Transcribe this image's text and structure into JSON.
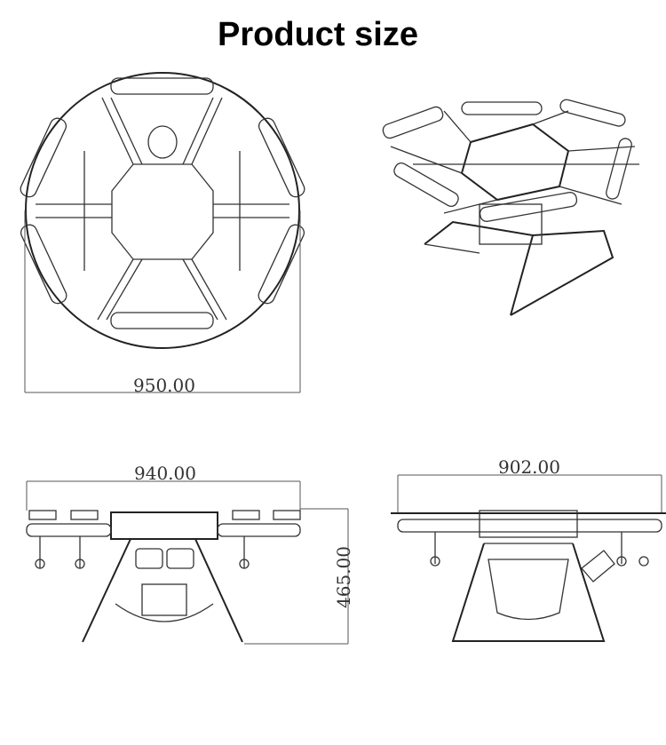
{
  "title": "Product size",
  "views": {
    "top": {
      "dimension": "950.00"
    },
    "isometric": {},
    "front": {
      "width_dimension": "940.00",
      "height_dimension": "465.00"
    },
    "side": {
      "width_dimension": "902.00"
    }
  }
}
